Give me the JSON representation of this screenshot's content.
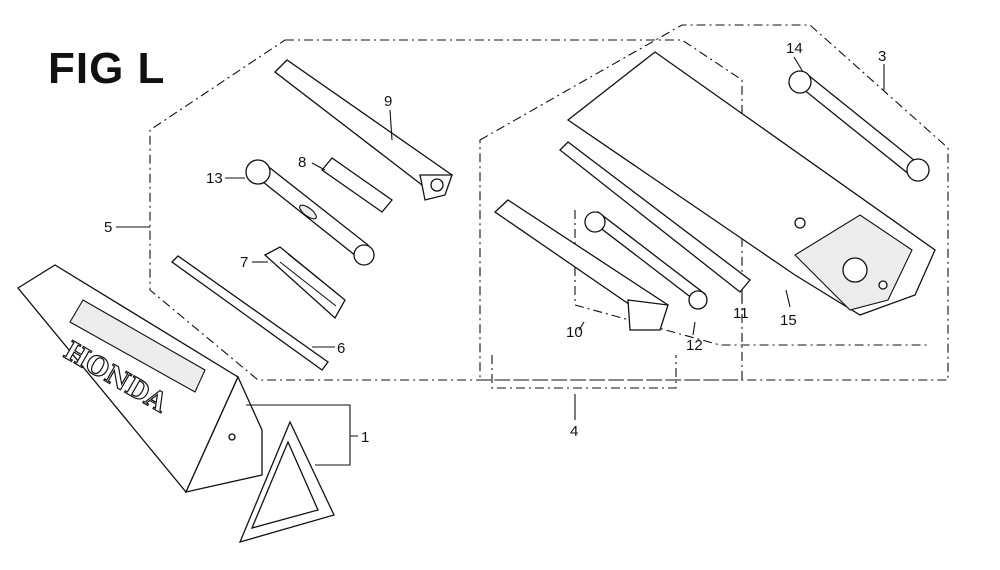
{
  "figure": {
    "title": "FIG L"
  },
  "callouts": {
    "c1": "1",
    "c3": "3",
    "c4": "4",
    "c5": "5",
    "c6": "6",
    "c7": "7",
    "c8": "8",
    "c9": "9",
    "c10": "10",
    "c11": "11",
    "c12": "12",
    "c13": "13",
    "c14": "14",
    "c15": "15"
  },
  "brand": {
    "case_text": "HONDA"
  }
}
